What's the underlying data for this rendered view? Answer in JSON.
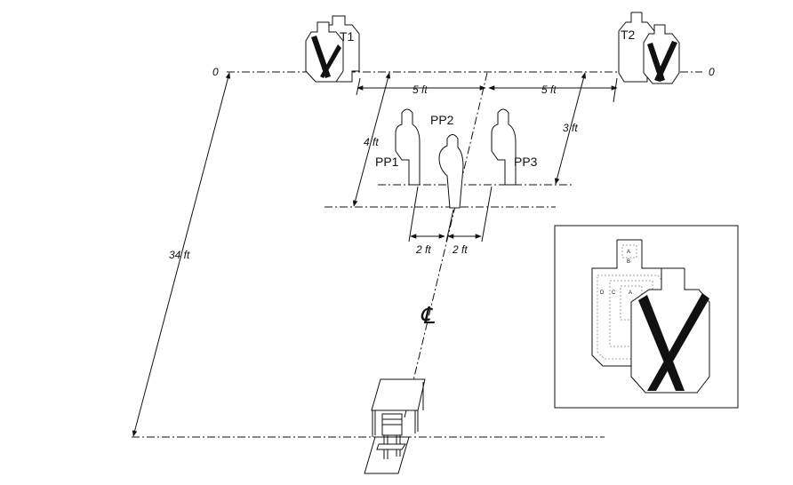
{
  "labels": {
    "t1": "T1",
    "t2": "T2",
    "pp1": "PP1",
    "pp2": "PP2",
    "pp3": "PP3",
    "zero_left": "0",
    "zero_right": "0",
    "centerline": "℄"
  },
  "dimensions": {
    "left_span": "5 ft",
    "right_span": "5 ft",
    "depth_left": "4 ft",
    "depth_right": "3 ft",
    "spacing_left": "2 ft",
    "spacing_right": "2 ft",
    "total_distance": "34 ft"
  },
  "inset": {
    "zone_marks": [
      "A",
      "B",
      "C",
      "D",
      "A"
    ]
  },
  "colors": {
    "ink": "#111111",
    "background": "#ffffff"
  }
}
